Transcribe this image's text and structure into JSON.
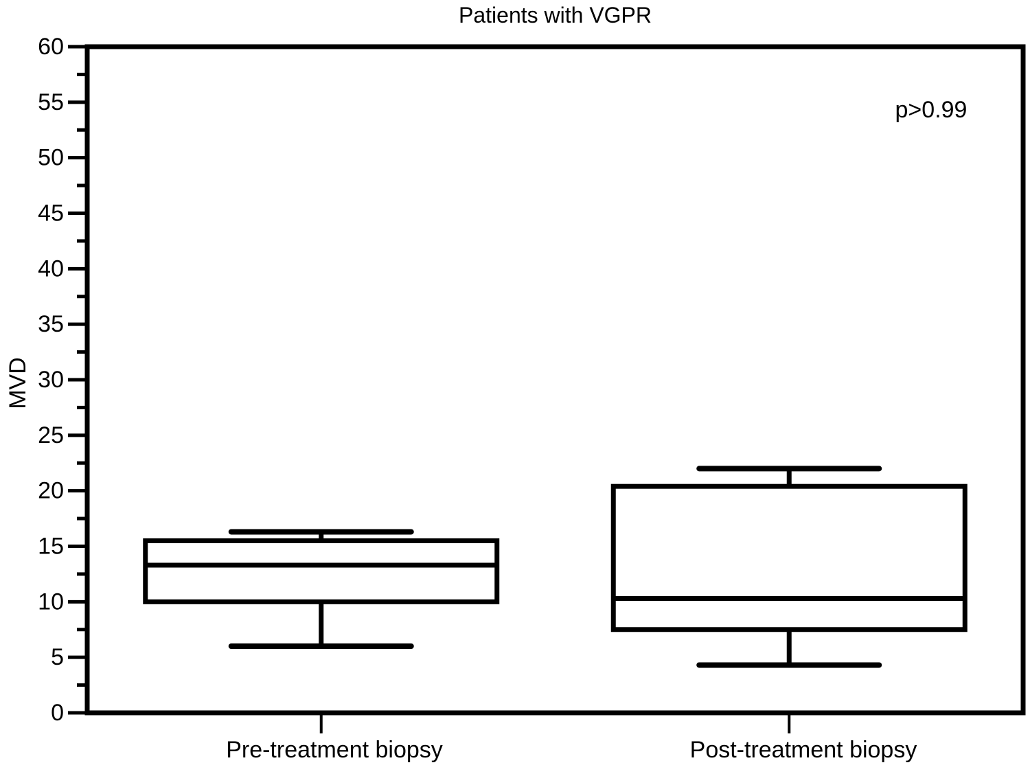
{
  "chart_data": {
    "type": "boxplot",
    "title": "Patients with VGPR",
    "ylabel": "MVD",
    "xlabel": "",
    "annotation": "p>0.99",
    "categories": [
      "Pre-treatment biopsy",
      "Post-treatment biopsy"
    ],
    "series": [
      {
        "name": "Pre-treatment biopsy",
        "whisker_low": 6.0,
        "q1": 10.0,
        "median": 13.3,
        "q3": 15.5,
        "whisker_high": 16.3
      },
      {
        "name": "Post-treatment biopsy",
        "whisker_low": 4.3,
        "q1": 7.5,
        "median": 10.3,
        "q3": 20.4,
        "whisker_high": 22.0
      }
    ],
    "ylim": [
      0,
      60
    ],
    "yticks": [
      0,
      5,
      10,
      15,
      20,
      25,
      30,
      35,
      40,
      45,
      50,
      55,
      60
    ],
    "ytick_minor_interval": 2.5,
    "grid": false,
    "legend": "none",
    "colors": {
      "line": "#000000",
      "background": "#ffffff"
    }
  }
}
